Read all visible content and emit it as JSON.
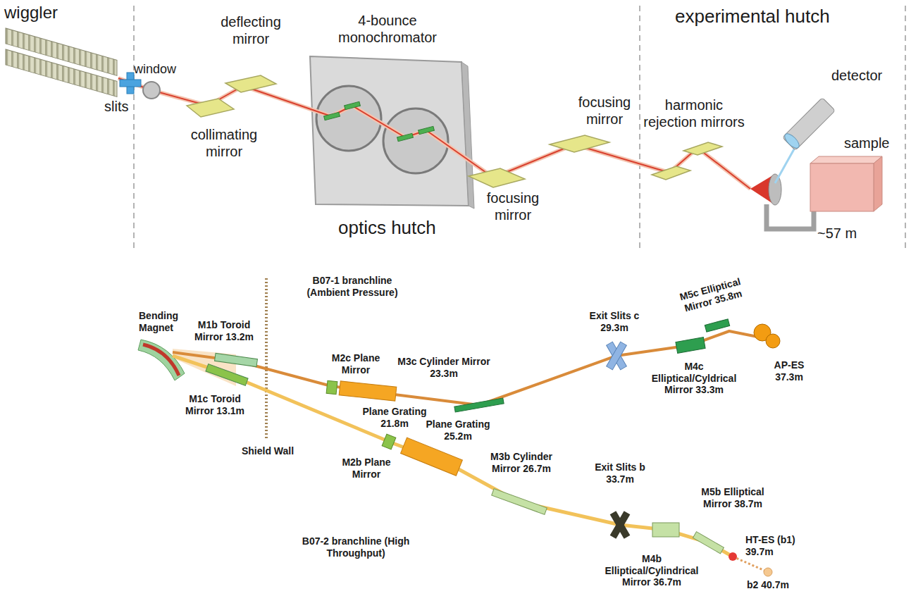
{
  "diagram": {
    "labels": [
      "wiggler",
      "slits",
      "window",
      "deflecting mirror",
      "collimating mirror",
      "4-bounce monochromator",
      "focusing mirror",
      "focusing mirror",
      "optics hutch",
      "experimental hutch",
      "harmonic rejection mirrors",
      "detector",
      "sample",
      "~57 m",
      "B07-1 branchline (Ambient Pressure)",
      "Bending Magnet",
      "M1b Toroid Mirror 13.2m",
      "M1c Toroid Mirror 13.1m",
      "Shield Wall",
      "M2c Plane Mirror",
      "Plane Grating 21.8m",
      "M3c Cylinder Mirror 23.3m",
      "Exit Slits c 29.3m",
      "M5c Elliptical Mirror 35.8m",
      "M4c Elliptical/Cyldrical Mirror 33.3m",
      "AP-ES 37.3m",
      "Plane Grating 25.2m",
      "M2b Plane Mirror",
      "M3b Cylinder Mirror 26.7m",
      "Exit Slits b 33.7m",
      "M5b Elliptical Mirror 38.7m",
      "HT-ES (b1) 39.7m",
      "M4b Elliptical/Cylindrical Mirror 36.7m",
      "B07-2 branchline (High Throughput)",
      "b2 40.7m"
    ]
  }
}
